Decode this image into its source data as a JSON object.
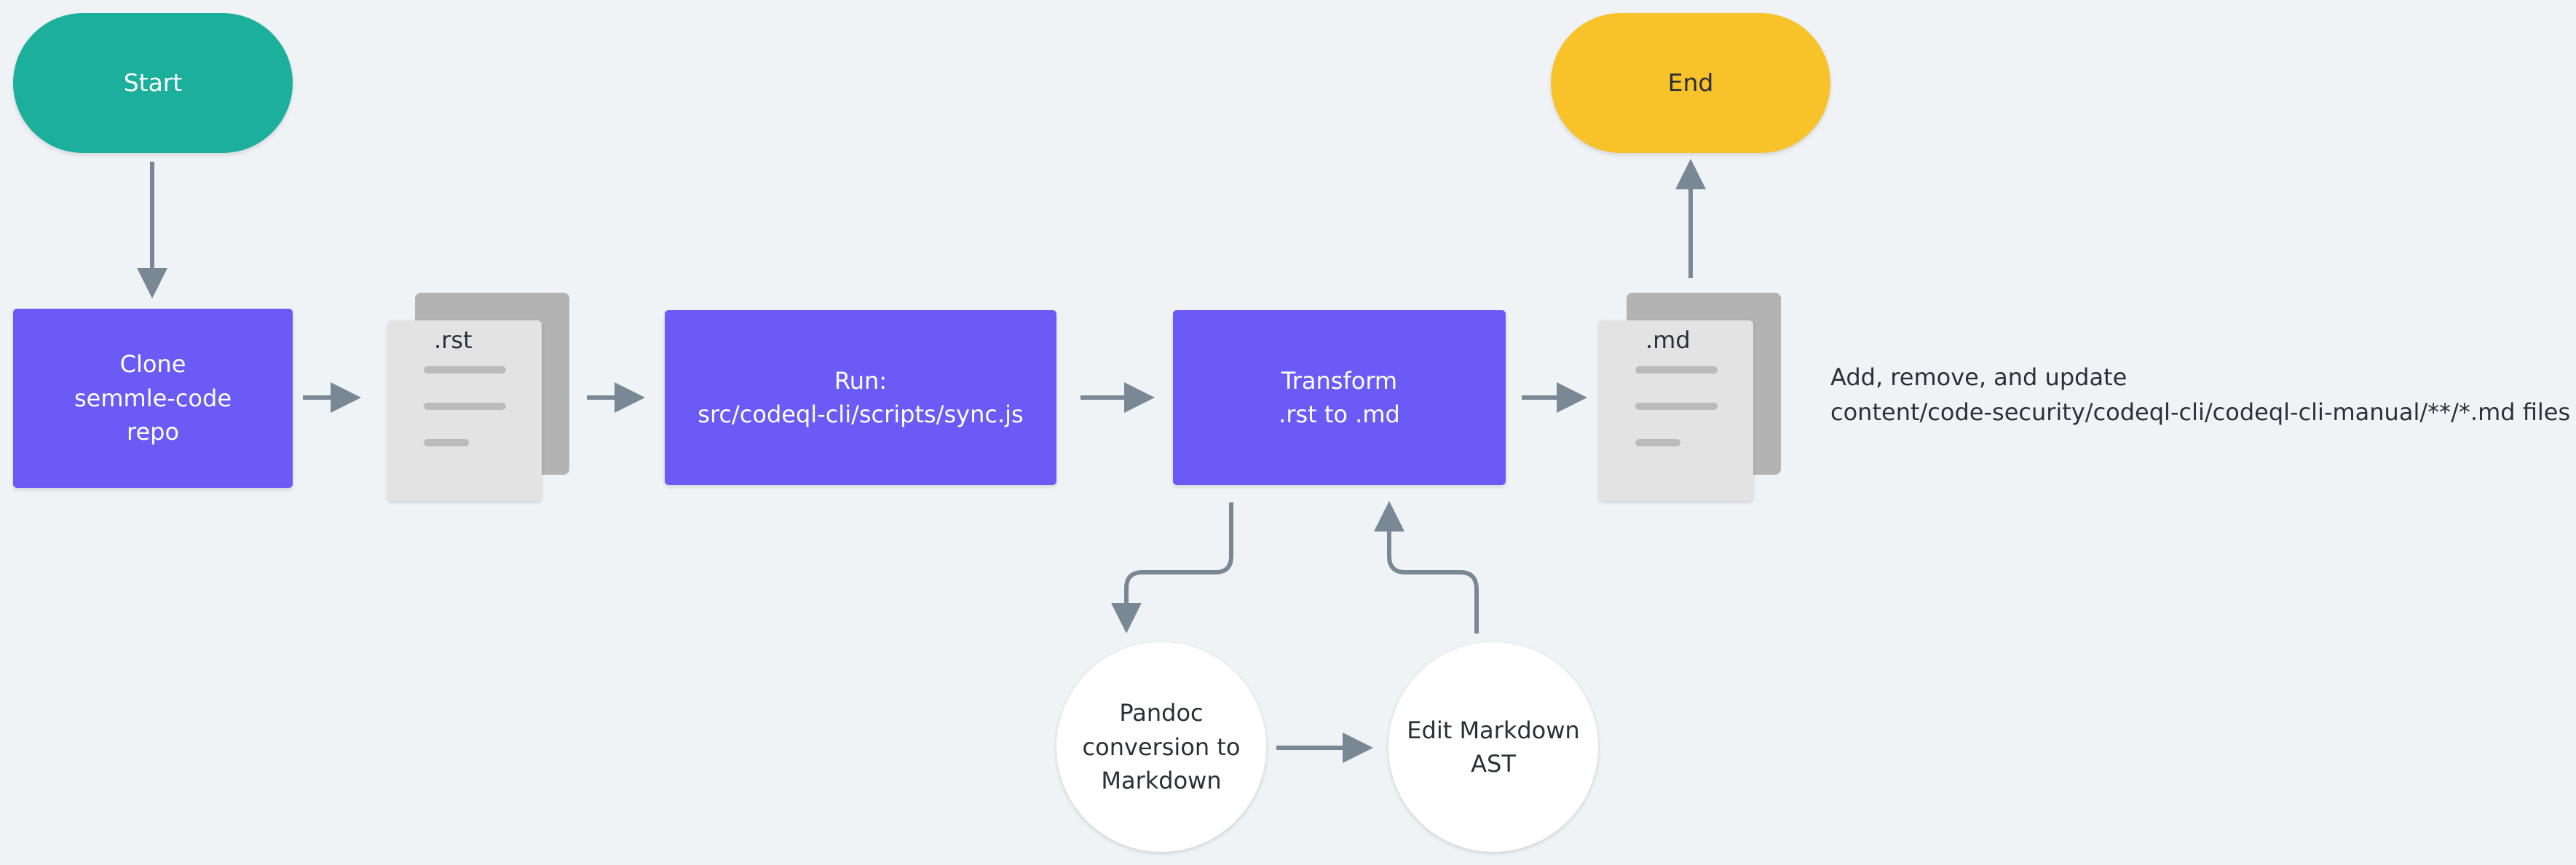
{
  "nodes": {
    "start": "Start",
    "end": "End",
    "clone": [
      "Clone",
      "semmle-code",
      "repo"
    ],
    "rst_doc": ".rst",
    "run": [
      "Run:",
      "src/codeql-cli/scripts/sync.js"
    ],
    "transform": [
      "Transform",
      ".rst to .md"
    ],
    "md_doc": ".md",
    "pandoc": [
      "Pandoc",
      "conversion to",
      "Markdown"
    ],
    "edit_ast": [
      "Edit Markdown",
      "AST"
    ]
  },
  "note": [
    "Add, remove, and update",
    "content/code-security/codeql-cli/codeql-cli-manual/**/*.md files"
  ],
  "colors": {
    "background": "#f0f3f6",
    "start": "#1baf9c",
    "end": "#f7c22a",
    "process": "#6a5bf7",
    "arrow": "#7a8896",
    "document_back": "#b3b3b3",
    "document_front": "#e3e3e3"
  }
}
